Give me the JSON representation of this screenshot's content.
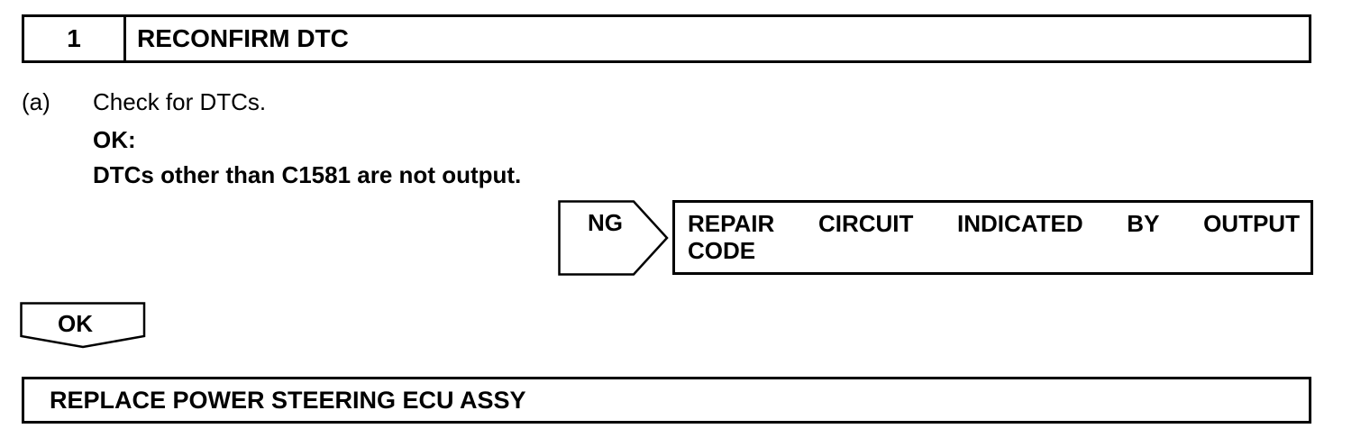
{
  "step": {
    "number": "1",
    "title": "RECONFIRM DTC"
  },
  "instruction": {
    "marker": "(a)",
    "text": "Check for DTCs.",
    "ok_heading": "OK:",
    "ok_condition": "DTCs other than C1581 are not output."
  },
  "ng_branch": {
    "label": "NG",
    "result_words": [
      "REPAIR",
      "CIRCUIT",
      "INDICATED",
      "BY",
      "OUTPUT"
    ],
    "result_line2": "CODE"
  },
  "ok_branch": {
    "label": "OK"
  },
  "final_action": {
    "text": "REPLACE POWER STEERING ECU ASSY"
  }
}
